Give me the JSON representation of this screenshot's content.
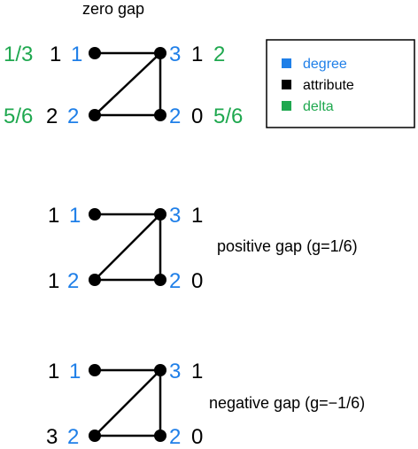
{
  "colors": {
    "degree": "#1f7fe8",
    "attribute": "#000000",
    "delta": "#1fa84f",
    "edge": "#000000",
    "node": "#000000"
  },
  "legend": {
    "items": [
      {
        "label": "degree",
        "color": "#1f7fe8"
      },
      {
        "label": "attribute",
        "color": "#000000"
      },
      {
        "label": "delta",
        "color": "#1fa84f"
      }
    ]
  },
  "graphs": [
    {
      "caption": "zero gap",
      "nodes": [
        {
          "degree": "1",
          "attribute": "1",
          "delta": "1/3"
        },
        {
          "degree": "3",
          "attribute": "1",
          "delta": "2"
        },
        {
          "degree": "2",
          "attribute": "2",
          "delta": "5/6"
        },
        {
          "degree": "2",
          "attribute": "0",
          "delta": "5/6"
        }
      ]
    },
    {
      "caption": "positive gap (g=1/6)",
      "nodes": [
        {
          "degree": "1",
          "attribute": "1"
        },
        {
          "degree": "3",
          "attribute": "1"
        },
        {
          "degree": "2",
          "attribute": "1"
        },
        {
          "degree": "2",
          "attribute": "0"
        }
      ]
    },
    {
      "caption": "negative gap (g=−1/6)",
      "nodes": [
        {
          "degree": "1",
          "attribute": "1"
        },
        {
          "degree": "3",
          "attribute": "1"
        },
        {
          "degree": "2",
          "attribute": "3"
        },
        {
          "degree": "2",
          "attribute": "0"
        }
      ]
    }
  ]
}
